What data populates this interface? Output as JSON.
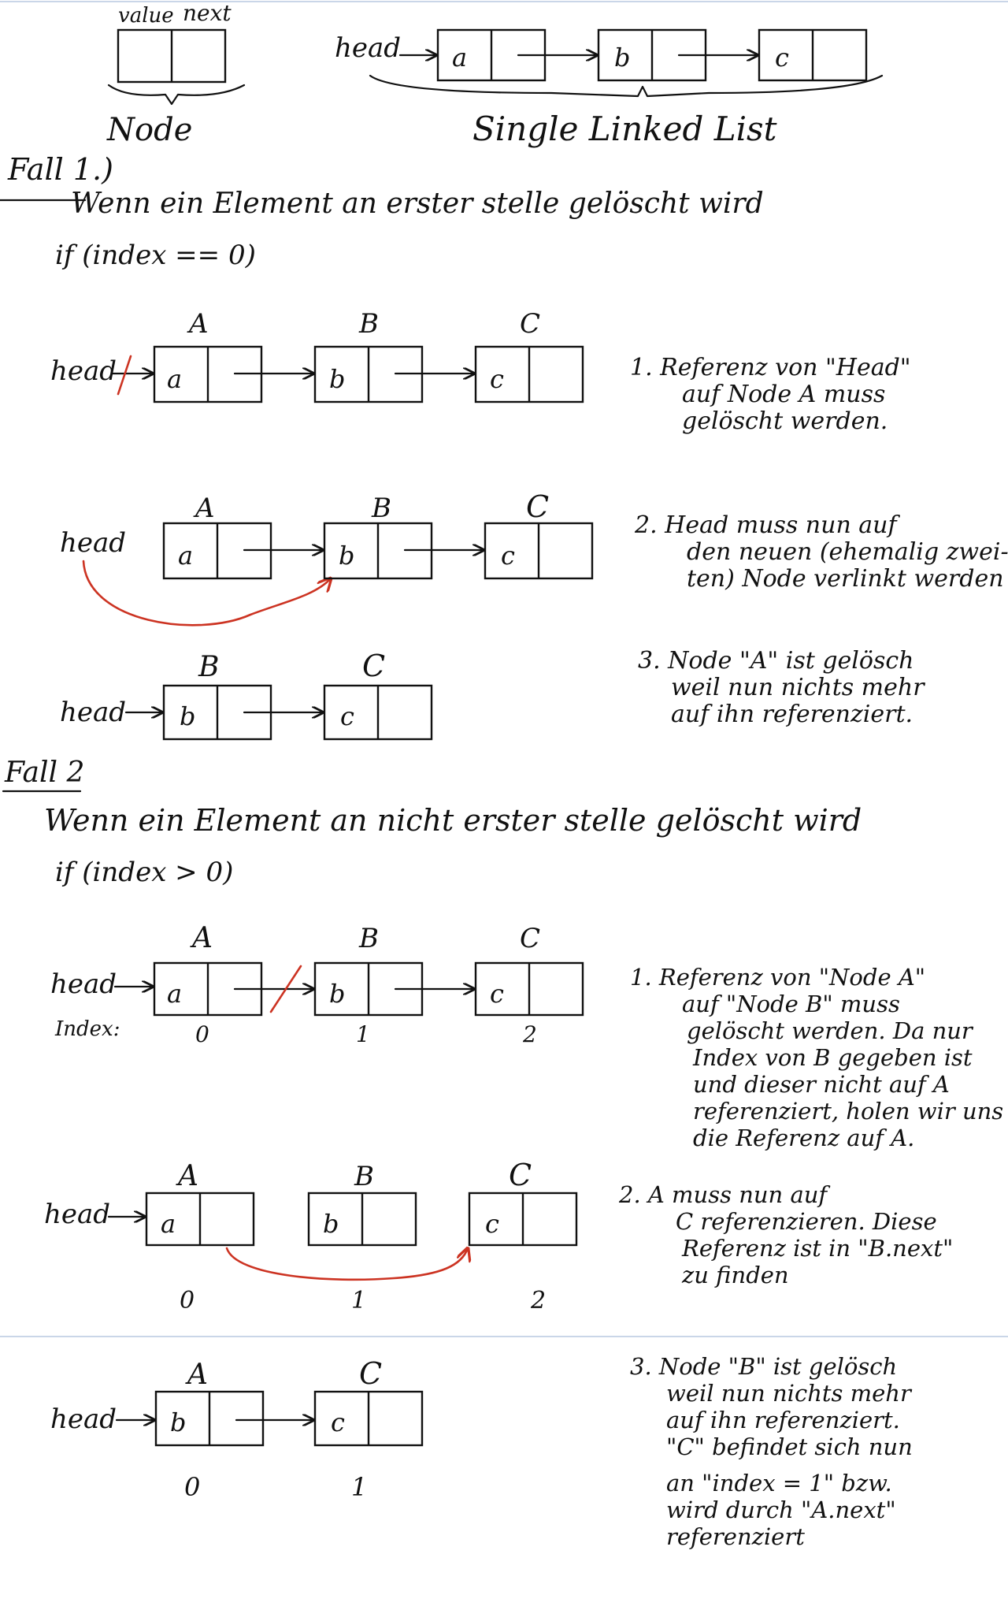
{
  "colors": {
    "ink": "#111111",
    "removed": "#cc3322",
    "rule": "#b8c8e0"
  },
  "intro": {
    "node_fields": {
      "value": "value",
      "next": "next"
    },
    "node_caption": "Node",
    "list_caption": "Single Linked List",
    "head": "head",
    "values": [
      "a",
      "b",
      "c"
    ]
  },
  "case1": {
    "heading": "Fall 1.)",
    "description": "Wenn ein Element an erster stelle gelöscht wird",
    "condition": "if (index == 0)",
    "steps": [
      {
        "head": "head",
        "letters": [
          "A",
          "B",
          "C"
        ],
        "values": [
          "a",
          "b",
          "c"
        ],
        "note": [
          "1. Referenz von \"Head\"",
          "auf Node A muss",
          "gelöscht werden."
        ]
      },
      {
        "head": "head",
        "letters": [
          "A",
          "B",
          "C"
        ],
        "values": [
          "a",
          "b",
          "c"
        ],
        "note": [
          "2. Head muss nun auf",
          "den neuen (ehemalig zwei-",
          "ten) Node verlinkt werden"
        ]
      },
      {
        "head": "head",
        "letters": [
          "B",
          "C"
        ],
        "values": [
          "b",
          "c"
        ],
        "note": [
          "3. Node \"A\" ist gelösch",
          "weil nun nichts mehr",
          "auf ihn referenziert."
        ]
      }
    ]
  },
  "case2": {
    "heading": "Fall 2",
    "description": "Wenn ein Element an nicht erster stelle gelöscht wird",
    "condition": "if (index > 0)",
    "steps": [
      {
        "head": "head",
        "index_label": "Index:",
        "letters": [
          "A",
          "B",
          "C"
        ],
        "values": [
          "a",
          "b",
          "c"
        ],
        "indices": [
          "0",
          "1",
          "2"
        ],
        "note": [
          "1. Referenz von \"Node A\"",
          "auf \"Node B\" muss",
          "gelöscht werden. Da nur",
          "Index von B gegeben ist",
          "und dieser nicht auf A",
          "referenziert, holen wir uns",
          "die Referenz auf A."
        ]
      },
      {
        "head": "head",
        "letters": [
          "A",
          "B",
          "C"
        ],
        "values": [
          "a",
          "b",
          "c"
        ],
        "indices": [
          "0",
          "1",
          "2"
        ],
        "note": [
          "2.   A muss nun auf",
          "C referenzieren. Diese",
          "Referenz ist in \"B.next\"",
          "zu finden"
        ]
      },
      {
        "head": "head",
        "letters": [
          "A",
          "C"
        ],
        "values": [
          "b",
          "c"
        ],
        "indices": [
          "0",
          "1"
        ],
        "note": [
          "3. Node \"B\" ist gelösch",
          "weil nun nichts mehr",
          "auf ihn referenziert.",
          "\"C\" befindet sich nun",
          "an \"index = 1\" bzw.",
          "wird durch \"A.next\"",
          "referenziert"
        ]
      }
    ]
  }
}
